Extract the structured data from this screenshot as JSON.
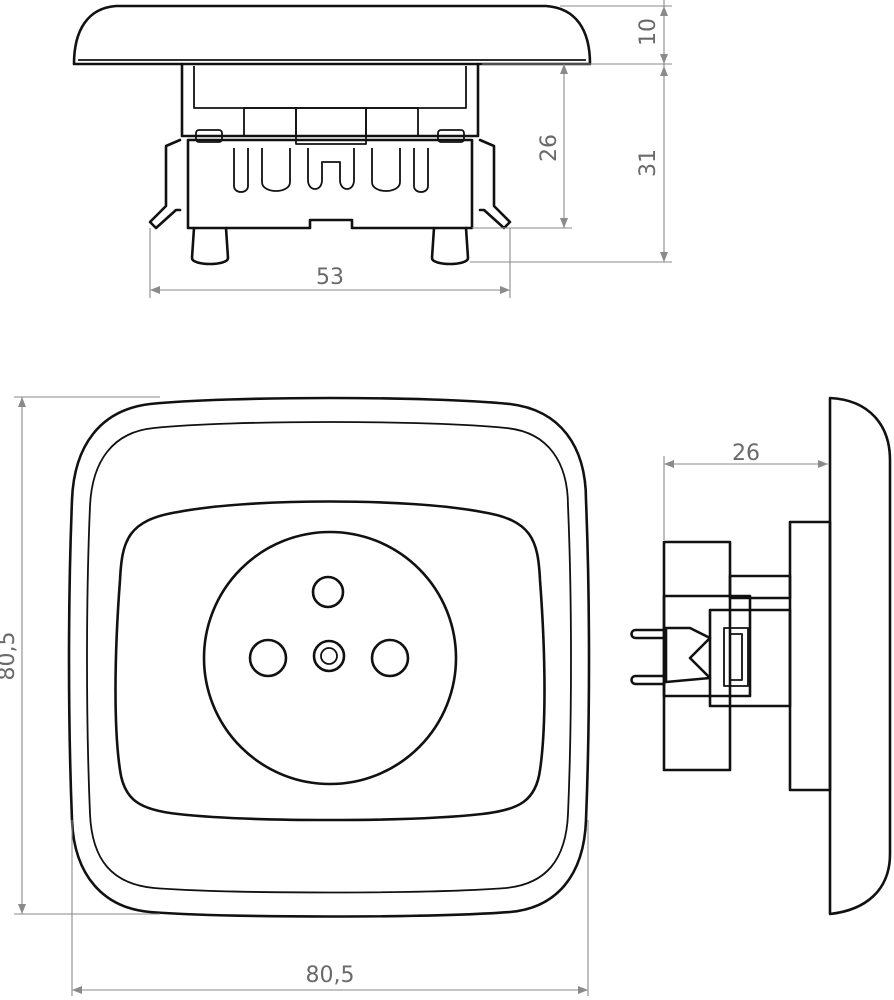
{
  "dimensions": {
    "top_cover_height": "10",
    "top_body_depth": "26",
    "top_total_depth": "31",
    "top_width": "53",
    "front_height": "80,5",
    "front_width": "80,5",
    "side_depth": "26"
  }
}
